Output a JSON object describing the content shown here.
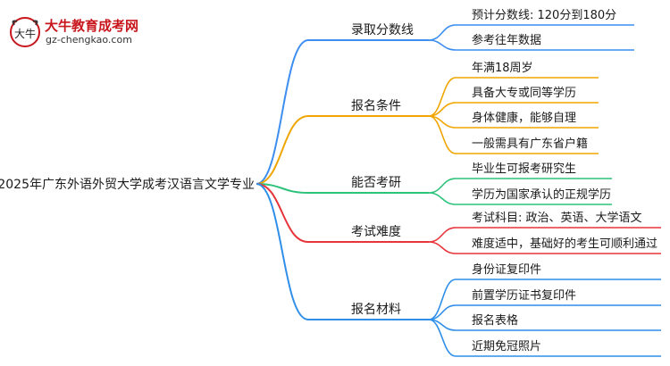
{
  "logo": {
    "title": "大牛教育成考网",
    "url": "gz-chengkao.com",
    "mark_text": "大牛"
  },
  "colors": {
    "branch_1": "#3d8ef0",
    "branch_2": "#f0a500",
    "branch_3": "#2cc27a",
    "branch_4": "#e6343a",
    "branch_5": "#2f8ee8"
  },
  "root": "2025年广东外语外贸大学成考汉语言文学专业",
  "branches": [
    {
      "label": "录取分数线",
      "children": [
        "预计分数线: 120分到180分",
        "参考往年数据"
      ]
    },
    {
      "label": "报名条件",
      "children": [
        "年满18周岁",
        "具备大专或同等学历",
        "身体健康，能够自理",
        "一般需具有广东省户籍"
      ]
    },
    {
      "label": "能否考研",
      "children": [
        "毕业生可报考研究生",
        "学历为国家承认的正规学历"
      ]
    },
    {
      "label": "考试难度",
      "children": [
        "考试科目: 政治、英语、大学语文",
        "难度适中，基础好的考生可顺利通过"
      ]
    },
    {
      "label": "报名材料",
      "children": [
        "身份证复印件",
        "前置学历证书复印件",
        "报名表格",
        "近期免冠照片"
      ]
    }
  ]
}
